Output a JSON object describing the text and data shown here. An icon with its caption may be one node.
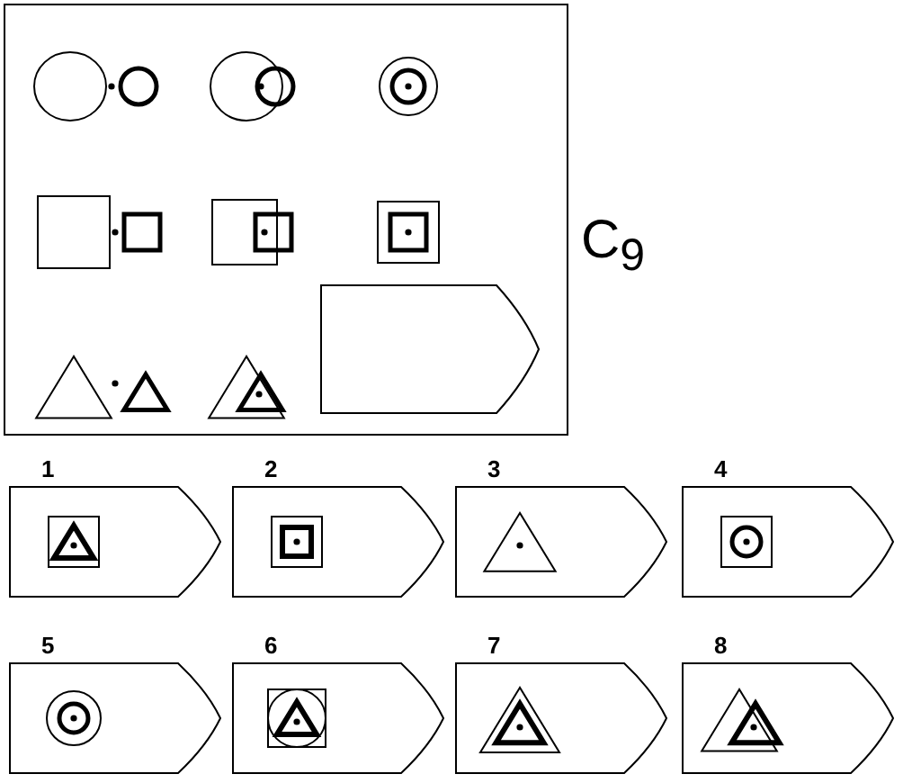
{
  "diagram": {
    "nodes": [
      {
        "text": [],
        "shape": "box"
      },
      {
        "text": [],
        "shape": "pentagon",
        "in": 0
      },
      {
        "text": [
          "1"
        ]
      },
      {
        "text": [
          "2"
        ]
      },
      {
        "text": [
          "3"
        ]
      },
      {
        "text": [
          "4"
        ]
      },
      {
        "text": [
          "5"
        ]
      },
      {
        "text": [
          "6"
        ]
      },
      {
        "text": [
          "7"
        ]
      },
      {
        "text": [
          "8"
        ]
      }
    ],
    "edges": [],
    "labels": [
      "C$_{9}$"
    ]
  }
}
